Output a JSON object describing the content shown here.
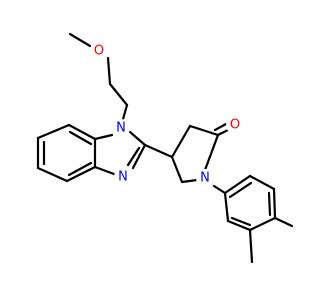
{
  "molecule": {
    "atoms": {
      "methoxy_o": {
        "symbol": "O",
        "color": "#ff0000"
      },
      "imidazole_n1": {
        "symbol": "N",
        "color": "#0000ff"
      },
      "imidazole_n3": {
        "symbol": "N",
        "color": "#0000ff"
      },
      "lactam_n": {
        "symbol": "N",
        "color": "#0000ff"
      },
      "carbonyl_o": {
        "symbol": "O",
        "color": "#ff0000"
      }
    },
    "bond_color": "#000000",
    "background": "#ffffff"
  }
}
